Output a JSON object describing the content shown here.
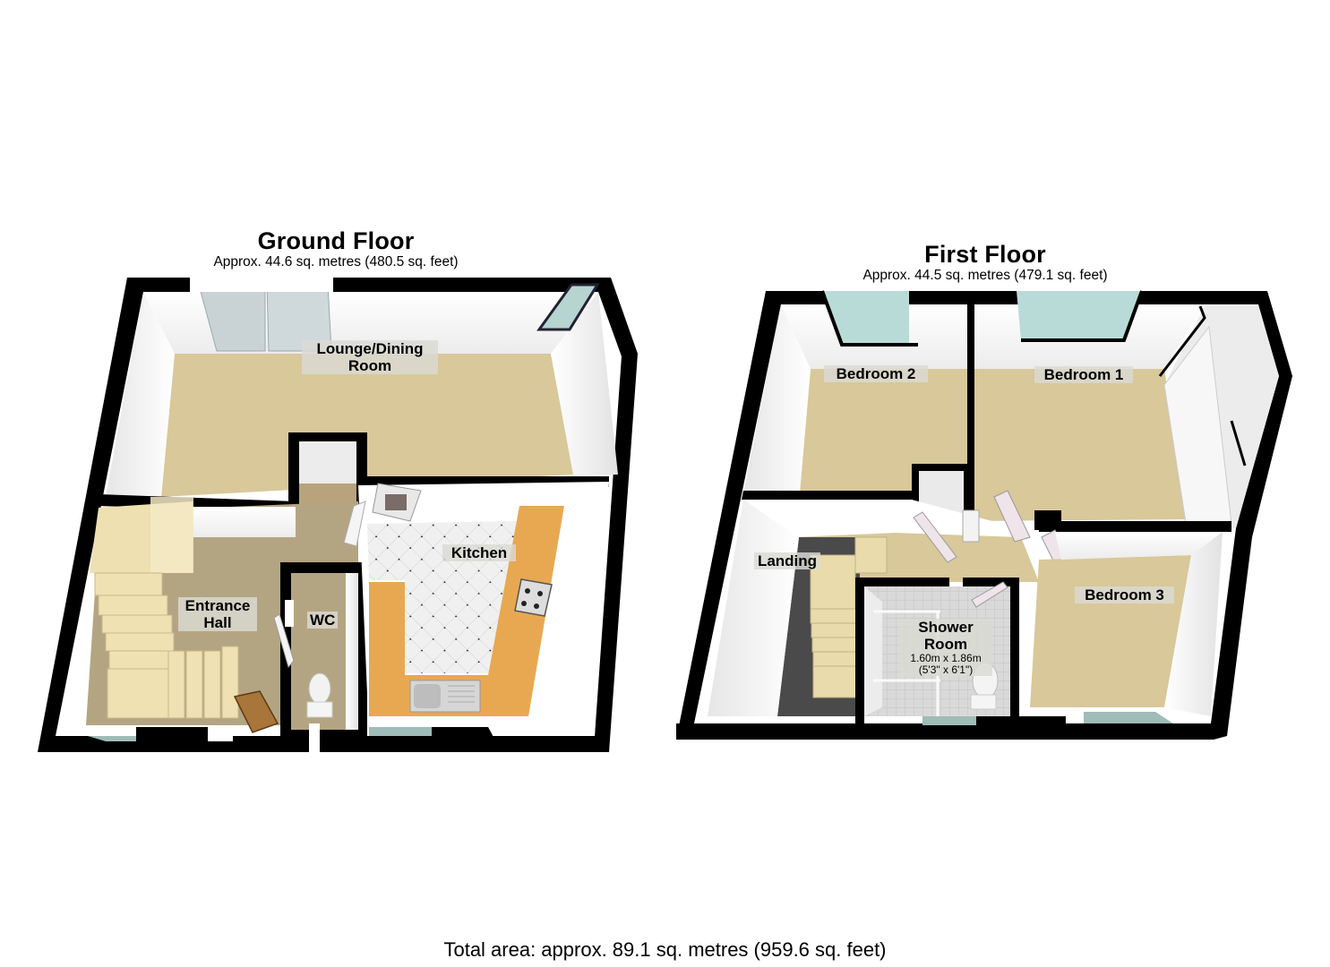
{
  "floors": {
    "ground": {
      "title": "Ground Floor",
      "area": "Approx. 44.6 sq. metres (480.5 sq. feet)",
      "rooms": {
        "lounge": {
          "line1": "Lounge/Dining",
          "line2": "Room"
        },
        "entrance": {
          "line1": "Entrance",
          "line2": "Hall"
        },
        "wc": {
          "line1": "WC"
        },
        "kitchen": {
          "line1": "Kitchen"
        }
      }
    },
    "first": {
      "title": "First Floor",
      "area": "Approx. 44.5 sq. metres (479.1 sq. feet)",
      "rooms": {
        "bedroom2": {
          "line1": "Bedroom 2"
        },
        "bedroom1": {
          "line1": "Bedroom 1"
        },
        "landing": {
          "line1": "Landing"
        },
        "bedroom3": {
          "line1": "Bedroom 3"
        },
        "shower": {
          "line1": "Shower",
          "line2": "Room",
          "dim_metric": "1.60m x 1.86m",
          "dim_imperial": "(5'3\" x 6'1\")"
        }
      }
    }
  },
  "total_area": "Total area: approx. 89.1 sq. metres (959.6 sq. feet)",
  "colors": {
    "wall": "#000000",
    "carpet": "#d9c99a",
    "hall_floor": "#b5a582",
    "stairs": "#efe1b2",
    "kitchen_counter": "#e9a752",
    "tile": "#eeeeee",
    "window_glass": "#b7d6d3",
    "inner_wall": "#f4f4f4"
  }
}
